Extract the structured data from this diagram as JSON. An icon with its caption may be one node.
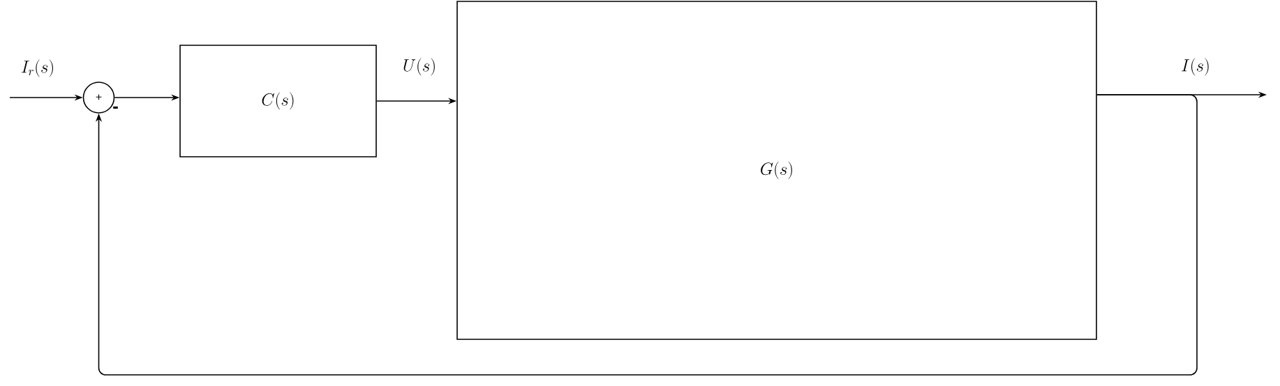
{
  "diagram": {
    "nodes": [
      {
        "text": [
          "+"
        ],
        "beside": [
          "-"
        ]
      },
      {
        "text": [
          "C(s)"
        ]
      },
      {
        "text": [
          "G(s)"
        ]
      }
    ],
    "edges": [
      {
        "from": null,
        "to": 0,
        "arrow": "to",
        "label": "I_r(s)"
      },
      {
        "from": 0,
        "to": 1,
        "arrow": "to"
      },
      {
        "from": 1,
        "to": 2,
        "arrow": "to",
        "label": "U(s)"
      },
      {
        "from": 2,
        "to": null,
        "arrow": "to",
        "label": "I(s)"
      },
      {
        "from": 2,
        "to": 0,
        "arrow": "to"
      }
    ]
  }
}
